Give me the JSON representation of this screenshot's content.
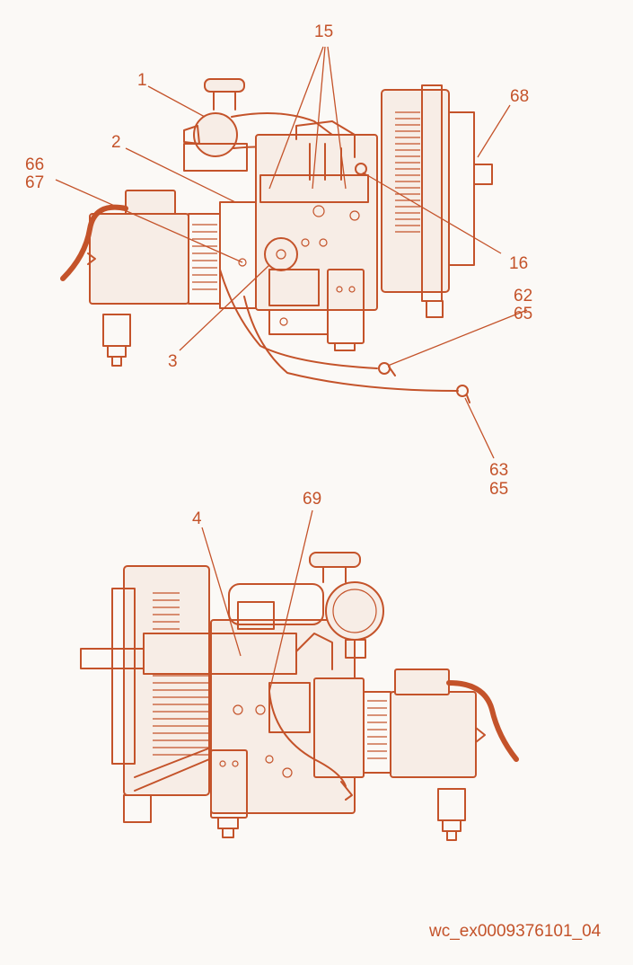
{
  "callouts": {
    "c15": "15",
    "c1": "1",
    "c68": "68",
    "c2": "2",
    "c66": "66",
    "c67": "67",
    "c16": "16",
    "c62": "62",
    "c65a": "65",
    "c3": "3",
    "c63": "63",
    "c65b": "65",
    "c69": "69",
    "c4": "4"
  },
  "caption": "wc_ex0009376101_04",
  "colors": {
    "line": "#c4532a",
    "background": "#fbf9f6"
  }
}
